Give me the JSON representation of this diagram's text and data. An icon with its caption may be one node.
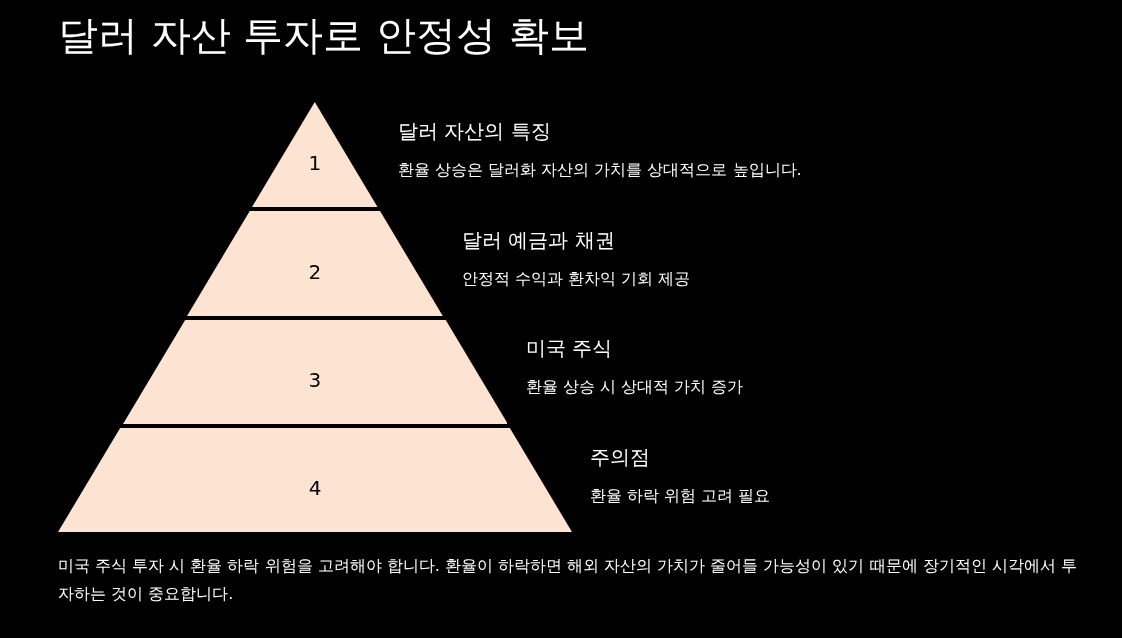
{
  "diagram": {
    "title": "달러 자산 투자로 안정성 확보",
    "nodes": [
      {
        "text": [
          "1"
        ],
        "beside": [
          "달러 자산의 특징",
          "환율 상승은 달러화 자산의 가치를 상대적으로 높입니다."
        ]
      },
      {
        "text": [
          "2"
        ],
        "beside": [
          "달러 예금과 채권",
          "안정적 수익과 환차익 기회 제공"
        ]
      },
      {
        "text": [
          "3"
        ],
        "beside": [
          "미국 주식",
          "환율 상승 시 상대적 가치 증가"
        ]
      },
      {
        "text": [
          "4"
        ],
        "beside": [
          "주의점",
          "환율 하락 위험 고려 필요"
        ]
      }
    ],
    "edges": [],
    "caption": "미국 주식 투자 시 환율 하락 위험을 고려해야 합니다. 환율이 하락하면 해외 자산의 가치가 줄어들 가능성이 있기 때문에 장기적인 시각에서 투자하는 것이 중요합니다."
  }
}
